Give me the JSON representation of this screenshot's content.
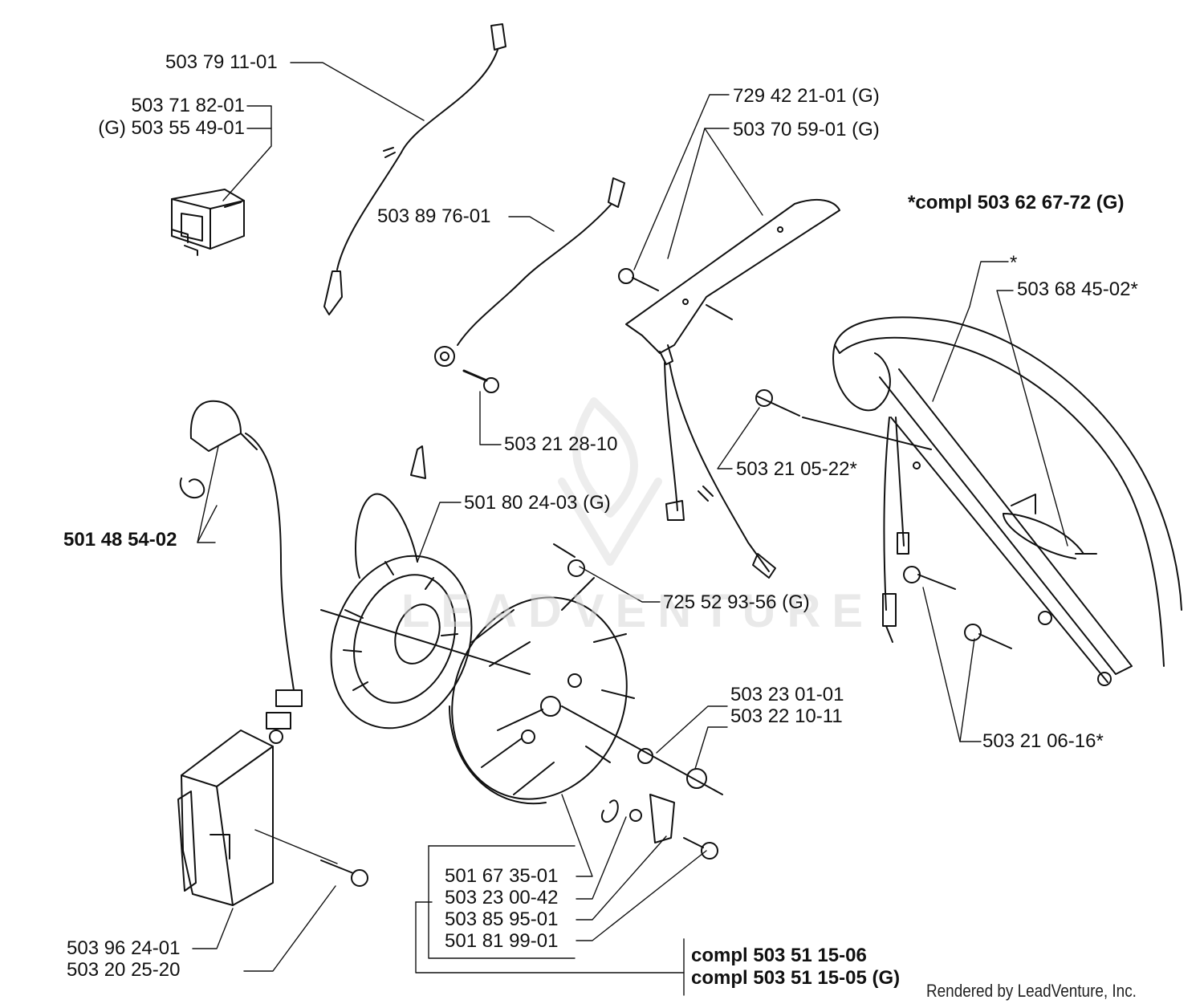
{
  "labels": {
    "wire_top": "503 79 11-01",
    "switch_a": "503 71 82-01",
    "switch_b": "(G) 503 55 49-01",
    "wire_mid": "503 89 76-01",
    "screw_small": "503 21 28-10",
    "bracket_screw": "729 42 21-01 (G)",
    "bracket": "503 70 59-01 (G)",
    "handle_compl": "*compl 503 62 67-72 (G)",
    "handle_star": "*",
    "spring": "503 68 45-02*",
    "handle_screw": "503 21 05-22*",
    "spark_spring": "501 48 54-02",
    "stator": "501 80 24-03 (G)",
    "stator_screw": "725 52 93-56 (G)",
    "washer": "503 23 01-01",
    "nut": "503 22 10-11",
    "handle_screws": "503 21 06-16*",
    "key": "501 67 35-01",
    "flywheel_washer": "503 23 00-42",
    "pawl": "503 85 95-01",
    "pawl_screw": "501 81 99-01",
    "coil": "503 96 24-01",
    "coil_screw": "503 20 25-20",
    "compl_a": "compl 503 51 15-06",
    "compl_b": "compl 503 51 15-05 (G)"
  },
  "watermark": "LEADVENTURE",
  "credit": "Rendered by LeadVenture, Inc.",
  "colors": {
    "ink": "#111111",
    "watermark": "#d8d8d8"
  }
}
